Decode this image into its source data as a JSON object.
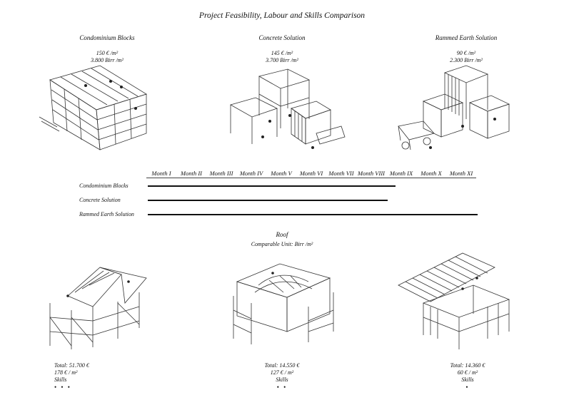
{
  "title": "Project Feasibility, Labour and Skills Comparison",
  "solutions": [
    {
      "name": "Condominium Blocks",
      "price_eur": "150 € /m²",
      "price_birr": "3.800 Birr /m²"
    },
    {
      "name": "Concrete Solution",
      "price_eur": "145 € /m²",
      "price_birr": "3.700 Birr /m²"
    },
    {
      "name": "Rammed Earth Solution",
      "price_eur": "90 € /m²",
      "price_birr": "2.300 Birr /m²"
    }
  ],
  "timeline": {
    "months": [
      "Month I",
      "Month II",
      "Month III",
      "Month IV",
      "Month V",
      "Month VI",
      "Month VII",
      "Month VIII",
      "Month IX",
      "Month X",
      "Month XI"
    ],
    "rows": [
      {
        "label": "Condominium Blocks",
        "duration_months": 8.25
      },
      {
        "label": "Concrete Solution",
        "duration_months": 8.0
      },
      {
        "label": "Rammed Earth Solution",
        "duration_months": 11.0
      }
    ]
  },
  "roof": {
    "title": "Roof",
    "subtitle": "Comparable Unit:  Birr /m²",
    "items": [
      {
        "total": "Total: 51.700 €",
        "per_m2": "178 € / m²",
        "skills_label": "Skills",
        "skills_level": 3
      },
      {
        "total": "Total: 14.550 €",
        "per_m2": "127 € / m²",
        "skills_label": "Skills",
        "skills_level": 2
      },
      {
        "total": "Total: 14.360 €",
        "per_m2": "60 € / m²",
        "skills_label": "Skills",
        "skills_level": 1
      }
    ]
  }
}
